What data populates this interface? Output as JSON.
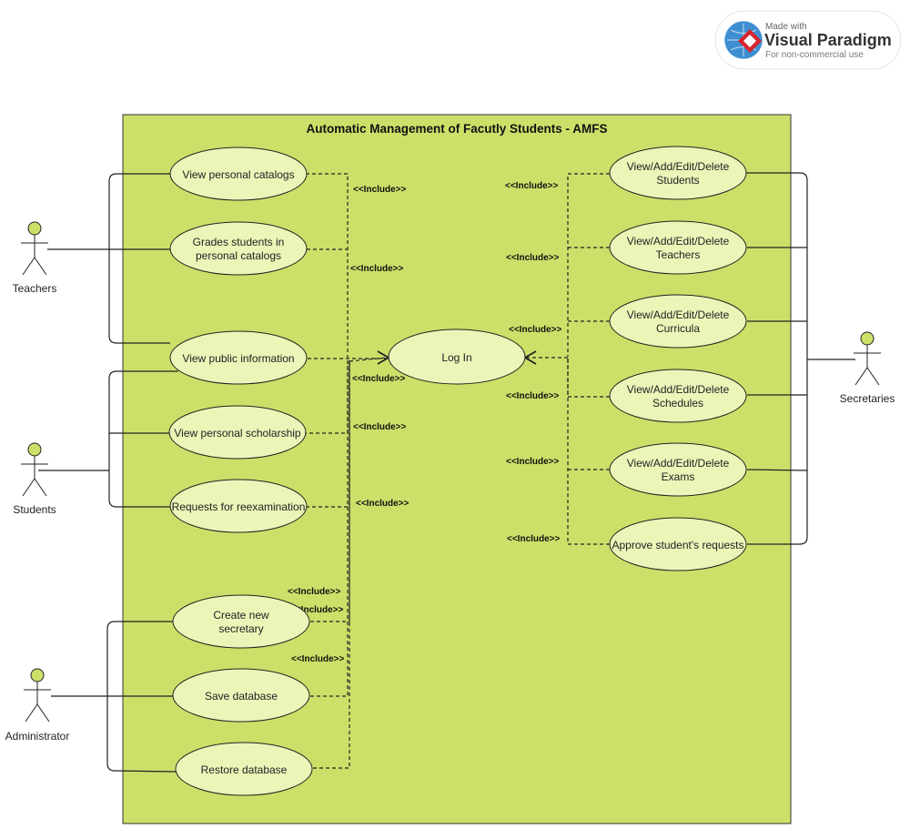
{
  "system": {
    "title": "Automatic Management of Facutly Students - AMFS"
  },
  "actors": {
    "teachers": "Teachers",
    "students": "Students",
    "administrator": "Administrator",
    "secretaries": "Secretaries"
  },
  "use_cases": {
    "view_personal_catalogs": [
      "View personal catalogs"
    ],
    "grades_students": [
      "Grades students in",
      "personal catalogs"
    ],
    "view_public_information": [
      "View public information"
    ],
    "view_personal_scholarship": [
      "View personal scholarship"
    ],
    "requests_reexamination": [
      "Requests for reexamination"
    ],
    "create_new_secretary": [
      "Create new",
      "secretary"
    ],
    "save_database": [
      "Save database"
    ],
    "restore_database": [
      "Restore database"
    ],
    "log_in": [
      "Log In"
    ],
    "crud_students": [
      "View/Add/Edit/Delete",
      "Students"
    ],
    "crud_teachers": [
      "View/Add/Edit/Delete",
      "Teachers"
    ],
    "crud_curricula": [
      "View/Add/Edit/Delete",
      "Curricula"
    ],
    "crud_schedules": [
      "View/Add/Edit/Delete",
      "Schedules"
    ],
    "crud_exams": [
      "View/Add/Edit/Delete",
      "Exams"
    ],
    "approve_requests": [
      "Approve student's requests"
    ]
  },
  "include_label": "<<Include>>",
  "watermark": {
    "made_with": "Made with",
    "brand": "Visual Paradigm",
    "note": "For non-commercial use"
  },
  "colors": {
    "system_fill": "#cce069",
    "usecase_fill": "#eaf5b8",
    "stroke": "#222222",
    "actor_head": "#cce069"
  }
}
